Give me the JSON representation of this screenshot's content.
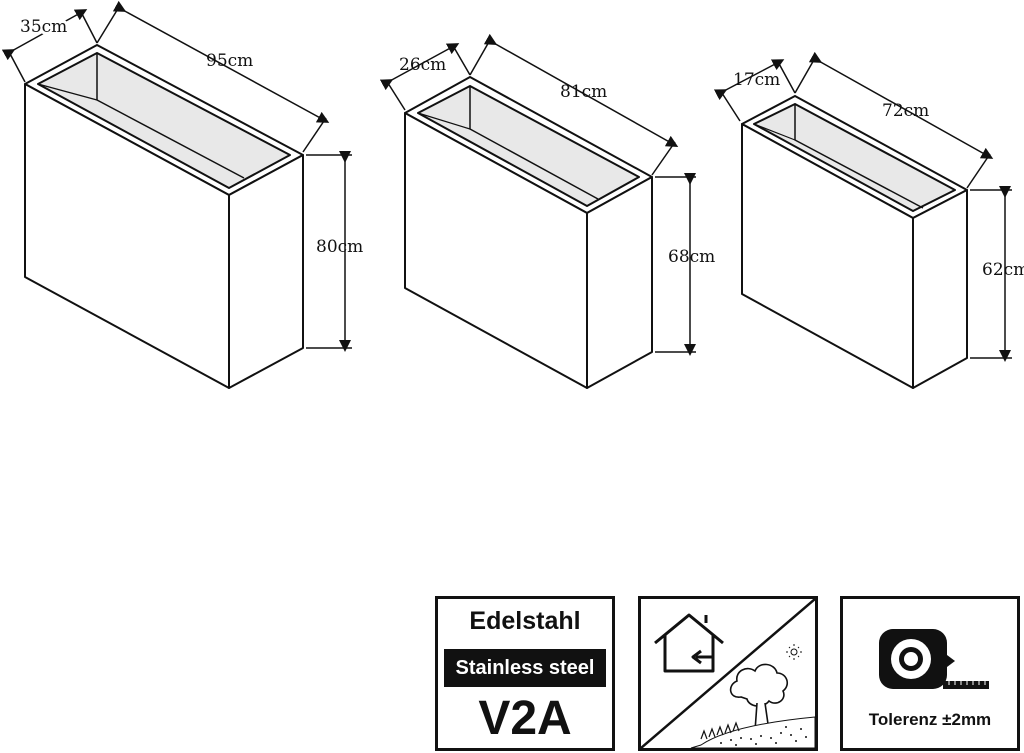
{
  "planters": [
    {
      "depth": "35cm",
      "width": "95cm",
      "height": "80cm"
    },
    {
      "depth": "26cm",
      "width": "81cm",
      "height": "68cm"
    },
    {
      "depth": "17cm",
      "width": "72cm",
      "height": "62cm"
    }
  ],
  "badges": {
    "material": {
      "line1": "Edelstahl",
      "line2": "Stainless steel",
      "line3": "V2A"
    },
    "location": {
      "indoor_icon": "house-indoor-icon",
      "outdoor_icon": "tree-garden-icon",
      "sun_icon": "sun-icon"
    },
    "tolerance": {
      "icon": "tape-measure-icon",
      "label": "Tolerenz  ±2mm"
    }
  },
  "colors": {
    "line": "#111111",
    "inner": "#e6e6e6",
    "face": "#ffffff"
  }
}
